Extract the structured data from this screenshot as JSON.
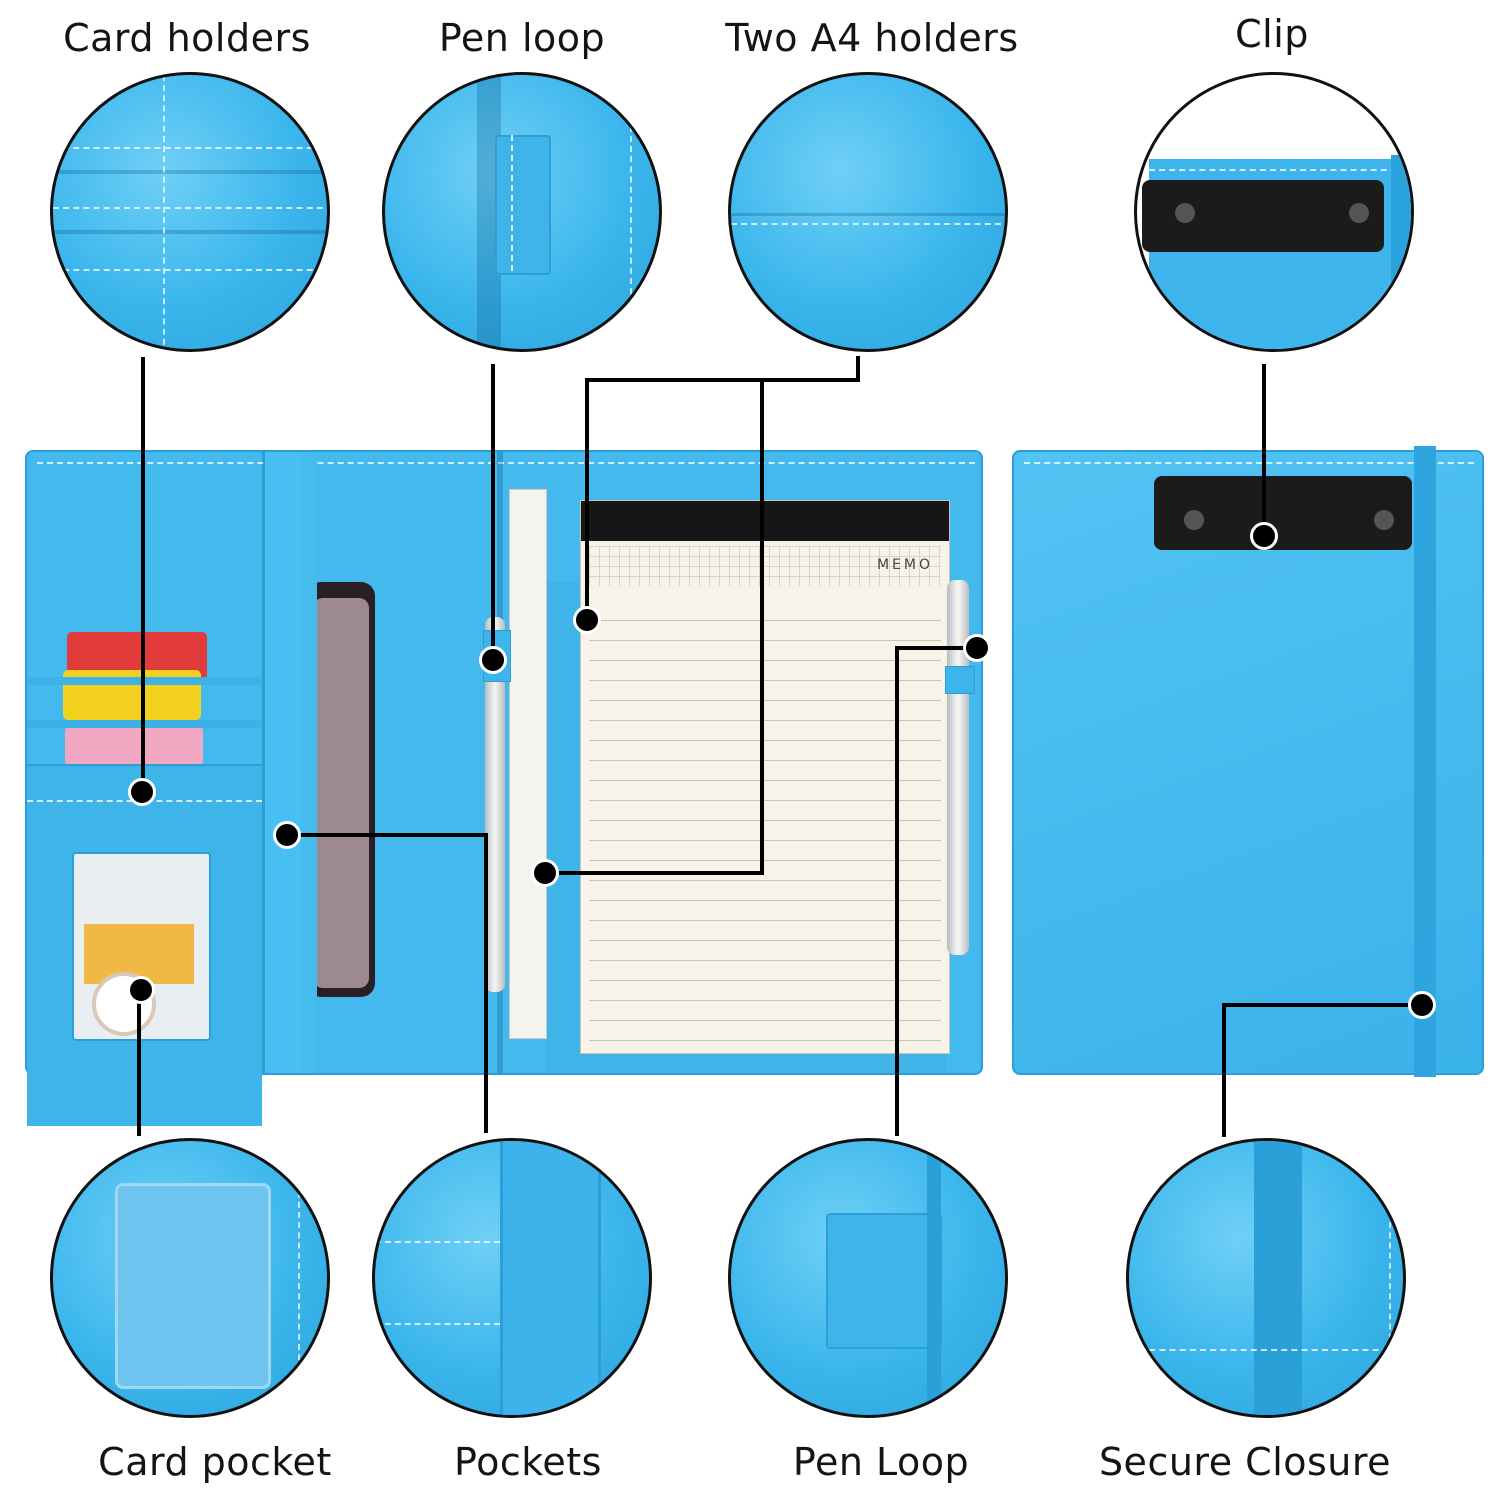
{
  "labels": {
    "card_holders": "Card holders",
    "pen_loop_top": "Pen loop",
    "two_a4_holders": "Two A4 holders",
    "clip": "Clip",
    "card_pocket": "Card pocket",
    "pockets": "Pockets",
    "pen_loop_bottom": "Pen Loop",
    "secure_closure": "Secure Closure"
  },
  "memo_text": "MEMO",
  "colors": {
    "leather": "#43b9ee",
    "callout": "#000000",
    "clip": "#1b1b1b",
    "paper": "#f7f3e8"
  }
}
